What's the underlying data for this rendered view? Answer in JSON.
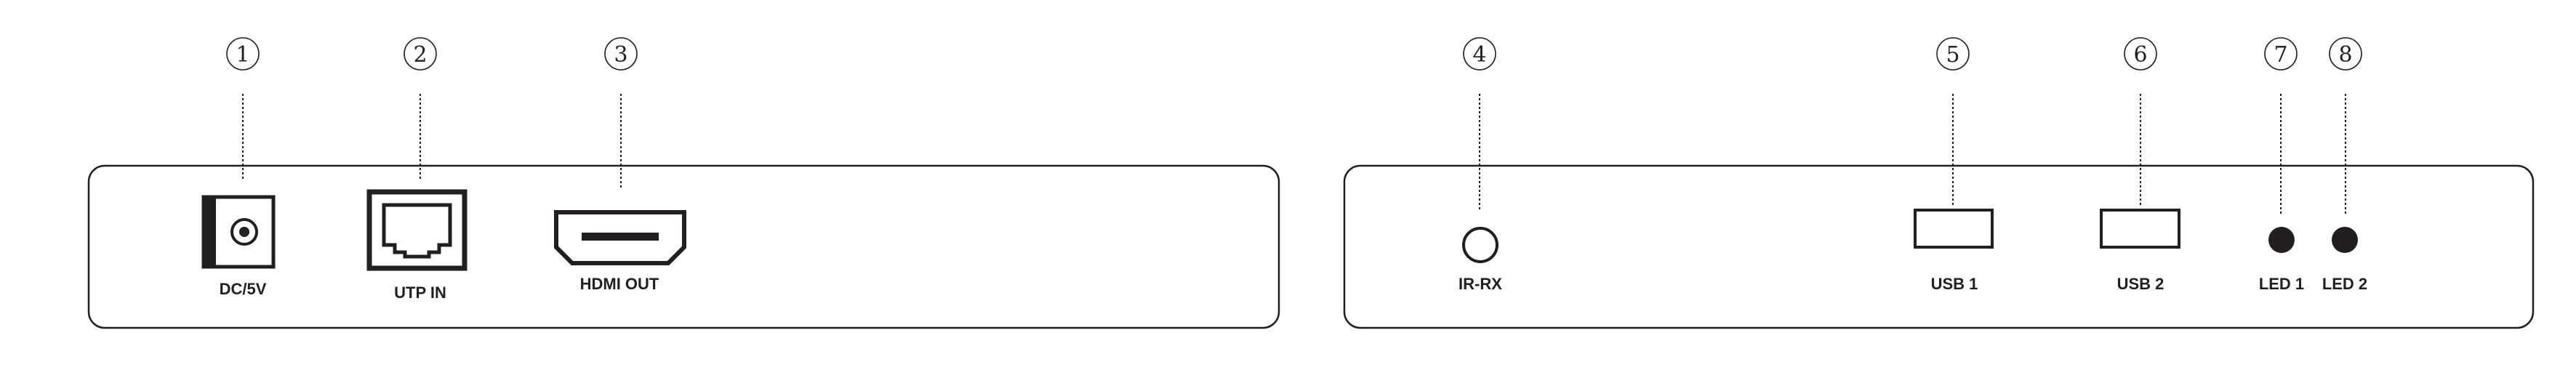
{
  "colors": {
    "ink": "#231f20",
    "background": "#ffffff"
  },
  "panels": [
    {
      "name": "panel-front",
      "ports": [
        {
          "id": "dc",
          "callout": "1",
          "label": "DC/5V",
          "icon": "dc-power-jack-icon"
        },
        {
          "id": "utp",
          "callout": "2",
          "label": "UTP IN",
          "icon": "rj45-port-icon"
        },
        {
          "id": "hdmi",
          "callout": "3",
          "label": "HDMI OUT",
          "icon": "hdmi-port-icon"
        }
      ]
    },
    {
      "name": "panel-rear",
      "ports": [
        {
          "id": "ir",
          "callout": "4",
          "label": "IR-RX",
          "icon": "ir-receiver-icon"
        },
        {
          "id": "usb1",
          "callout": "5",
          "label": "USB 1",
          "icon": "usb-port-icon"
        },
        {
          "id": "usb2",
          "callout": "6",
          "label": "USB 2",
          "icon": "usb-port-icon"
        },
        {
          "id": "led1",
          "callout": "7",
          "label": "LED 1",
          "icon": "led-indicator-icon"
        },
        {
          "id": "led2",
          "callout": "8",
          "label": "LED 2",
          "icon": "led-indicator-icon"
        }
      ]
    }
  ]
}
